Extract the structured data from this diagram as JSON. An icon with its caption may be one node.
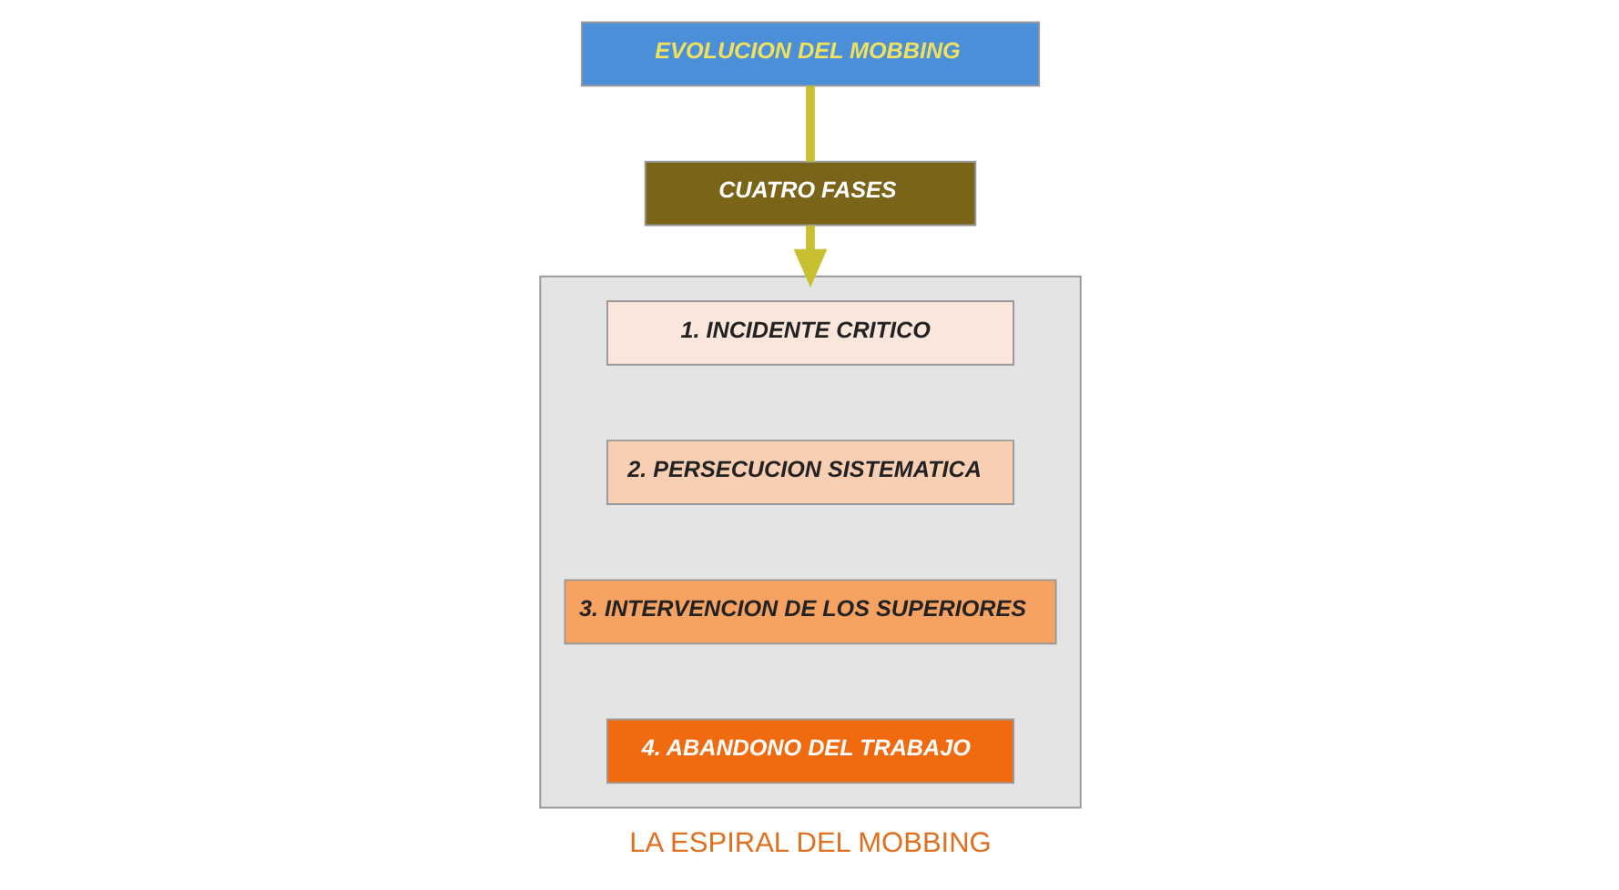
{
  "diagram": {
    "caption": "LA ESPIRAL DEL MOBBING",
    "nodes": [
      {
        "text": [
          "EVOLUCION DEL MOBBING"
        ]
      },
      {
        "text": [
          "CUATRO FASES"
        ]
      },
      {
        "text": [],
        "shape": "box"
      },
      {
        "text": [
          "1. INCIDENTE CRITICO"
        ],
        "in": 2
      },
      {
        "text": [
          "2. PERSECUCION SISTEMATICA"
        ],
        "in": 2
      },
      {
        "text": [
          "3. INTERVENCION DE LOS SUPERIORES"
        ],
        "in": 2
      },
      {
        "text": [
          "4. ABANDONO DEL TRABAJO"
        ],
        "in": 2
      }
    ],
    "edges": [
      {
        "from": 0,
        "to": 1,
        "arrow": "none"
      },
      {
        "from": 1,
        "to": 2,
        "arrow": "to"
      }
    ]
  }
}
